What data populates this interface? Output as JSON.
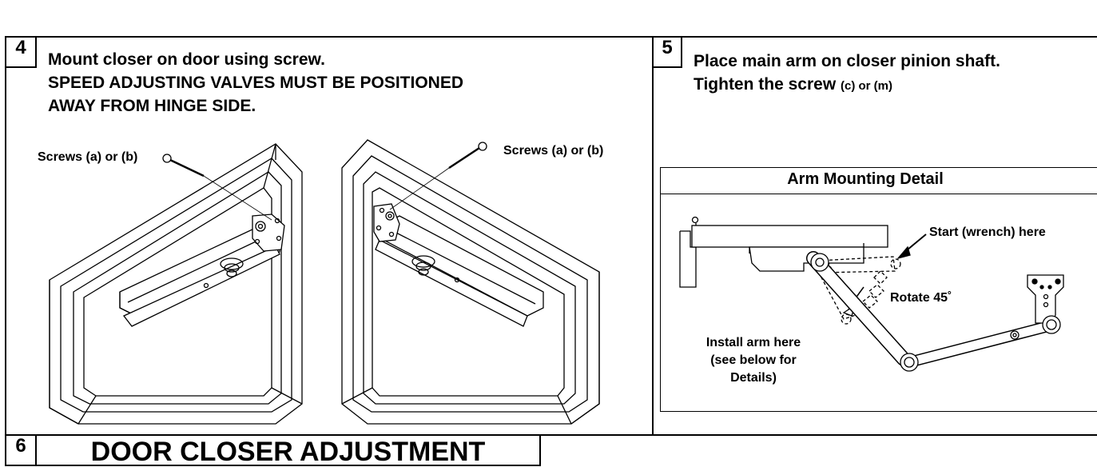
{
  "step4": {
    "number": "4",
    "line1": "Mount closer on door using screw.",
    "line2": "SPEED ADJUSTING VALVES MUST BE POSITIONED",
    "line3": "AWAY FROM HINGE SIDE.",
    "screws_left": "Screws (a) or (b)",
    "screws_right": "Screws (a) or (b)"
  },
  "step5": {
    "number": "5",
    "line1": "Place main arm on closer pinion shaft.",
    "line2_main": "Tighten the screw",
    "line2_small": "(c) or (m)",
    "detail": {
      "title": "Arm Mounting Detail",
      "start_label": "Start (wrench) here",
      "rotate_label": "Rotate 45˚",
      "install_line1": "Install arm here",
      "install_line2": "(see below for",
      "install_line3": "Details)"
    }
  },
  "step6": {
    "number": "6",
    "title": "DOOR CLOSER ADJUSTMENT"
  }
}
